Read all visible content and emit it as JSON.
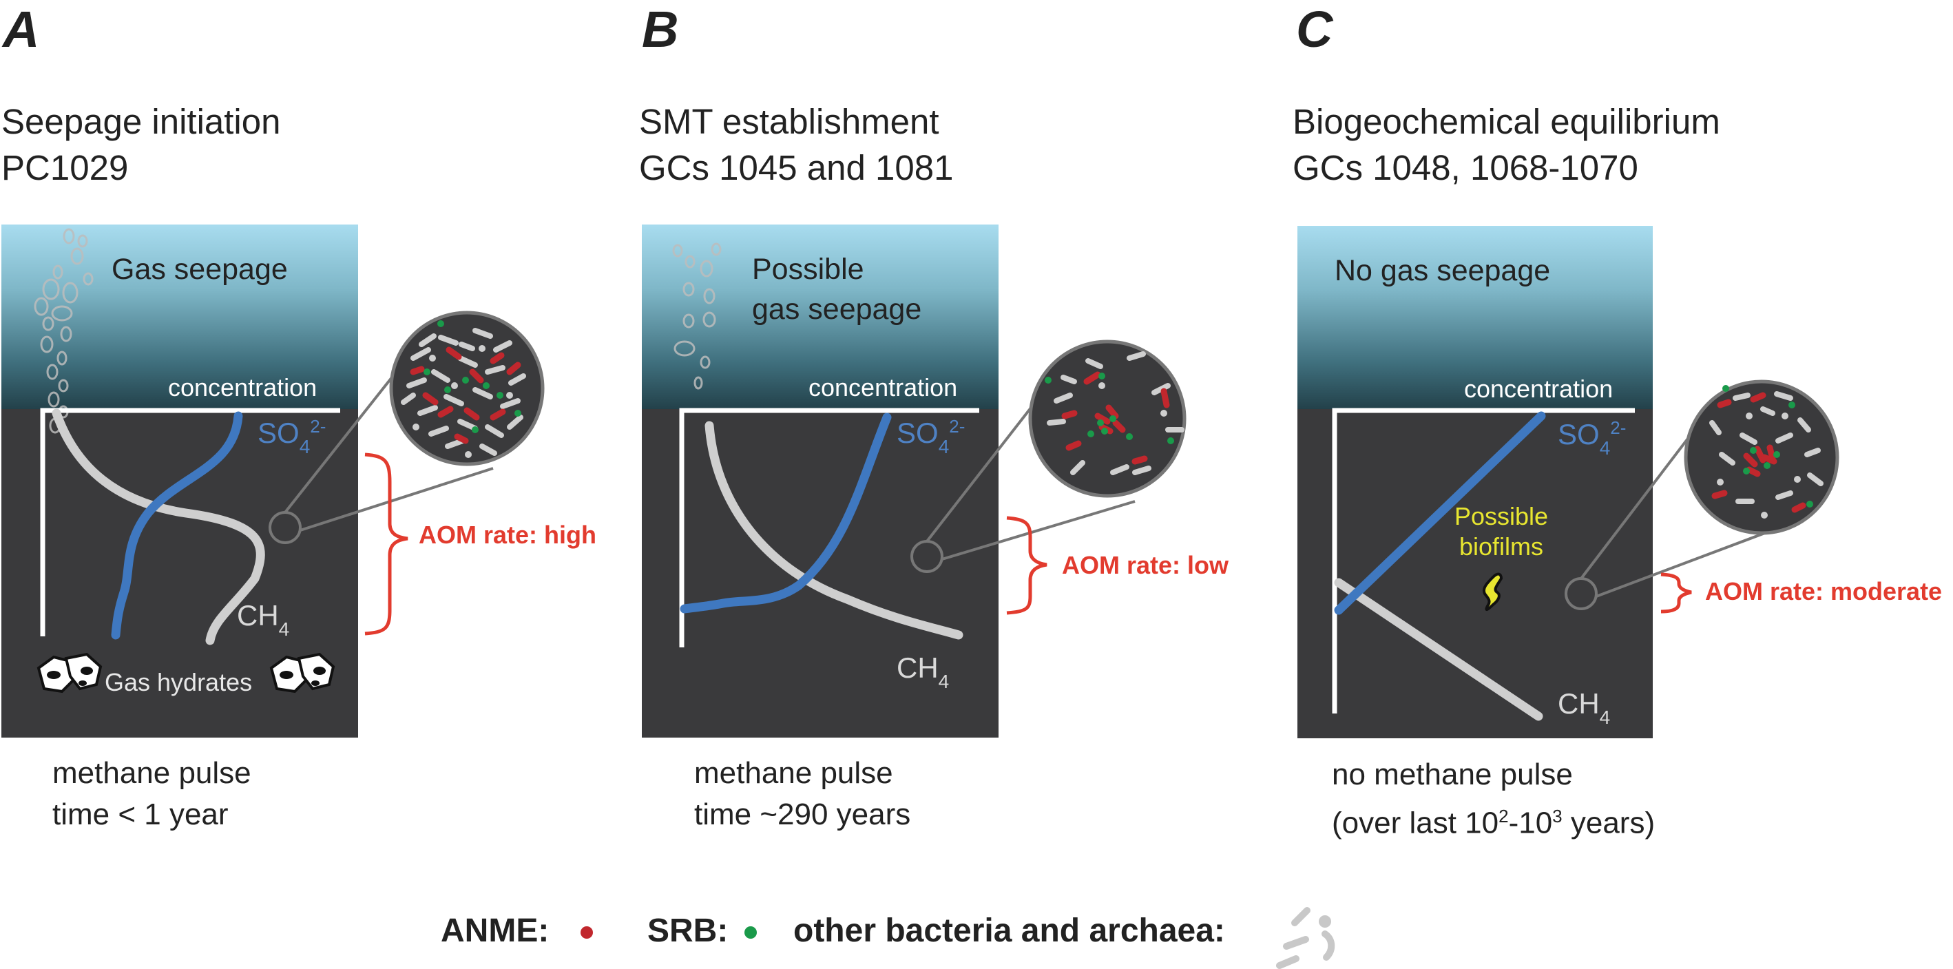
{
  "panels": [
    {
      "letter": "A",
      "title1": "Seepage initiation",
      "title2": "PC1029",
      "water_label": "Gas seepage",
      "water_label2": "",
      "concentration": "concentration",
      "so4": "SO",
      "so4_sub": "4",
      "so4_sup": "2-",
      "ch4": "CH",
      "ch4_sub": "4",
      "aom": "AOM rate: high",
      "hydrates": "Gas hydrates",
      "cap1": "methane pulse",
      "cap2": "time < 1 year"
    },
    {
      "letter": "B",
      "title1": "SMT establishment",
      "title2": "GCs 1045 and 1081",
      "water_label": "Possible",
      "water_label2": "gas seepage",
      "concentration": "concentration",
      "so4": "SO",
      "so4_sub": "4",
      "so4_sup": "2-",
      "ch4": "CH",
      "ch4_sub": "4",
      "aom": "AOM rate: low",
      "cap1": "methane pulse",
      "cap2": "time ~290 years"
    },
    {
      "letter": "C",
      "title1": "Biogeochemical equilibrium",
      "title2": "GCs 1048, 1068-1070",
      "water_label": "No gas seepage",
      "water_label2": "",
      "concentration": "concentration",
      "so4": "SO",
      "so4_sub": "4",
      "so4_sup": "2-",
      "ch4": "CH",
      "ch4_sub": "4",
      "aom": "AOM rate: moderate",
      "biofilm1": "Possible",
      "biofilm2": "biofilms",
      "cap1": "no methane pulse",
      "cap2_pre": "(over last 10",
      "cap2_sup1": "2",
      "cap2_mid": "-10",
      "cap2_sup2": "3",
      "cap2_post": " years)"
    }
  ],
  "legend": {
    "anme": "ANME:",
    "srb": "SRB:",
    "other": "other bacteria and archaea:"
  },
  "colors": {
    "anme": "#c1272d",
    "srb": "#1a9a4a",
    "other": "#c8c8c8",
    "so4_line": "#3f78c0",
    "ch4_line": "#cfcfcf",
    "aom_bracket": "#e23b2e",
    "sediment": "#3a3a3c",
    "biofilm": "#e8e630"
  }
}
